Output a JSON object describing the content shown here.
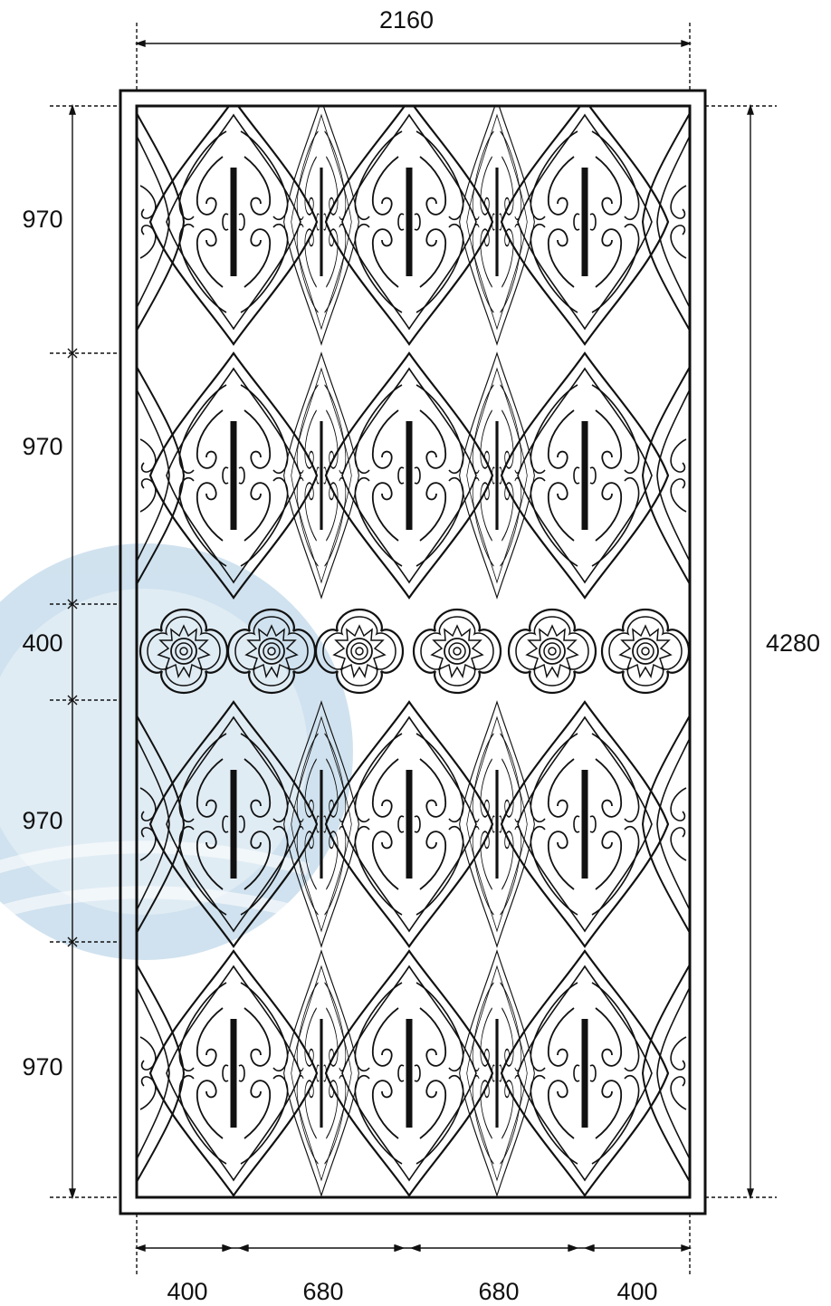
{
  "dimensions": {
    "overall_width": "2160",
    "overall_height": "4280",
    "left_rows": [
      "970",
      "970",
      "400",
      "970",
      "970"
    ],
    "bottom_columns": [
      "400",
      "680",
      "680",
      "400"
    ]
  },
  "colors": {
    "line": "#111111",
    "watermark": "#2f7db8"
  },
  "pattern": {
    "ornament_row_count": 4,
    "rosette_count": 6,
    "style": "carved ornamental screen panel"
  }
}
